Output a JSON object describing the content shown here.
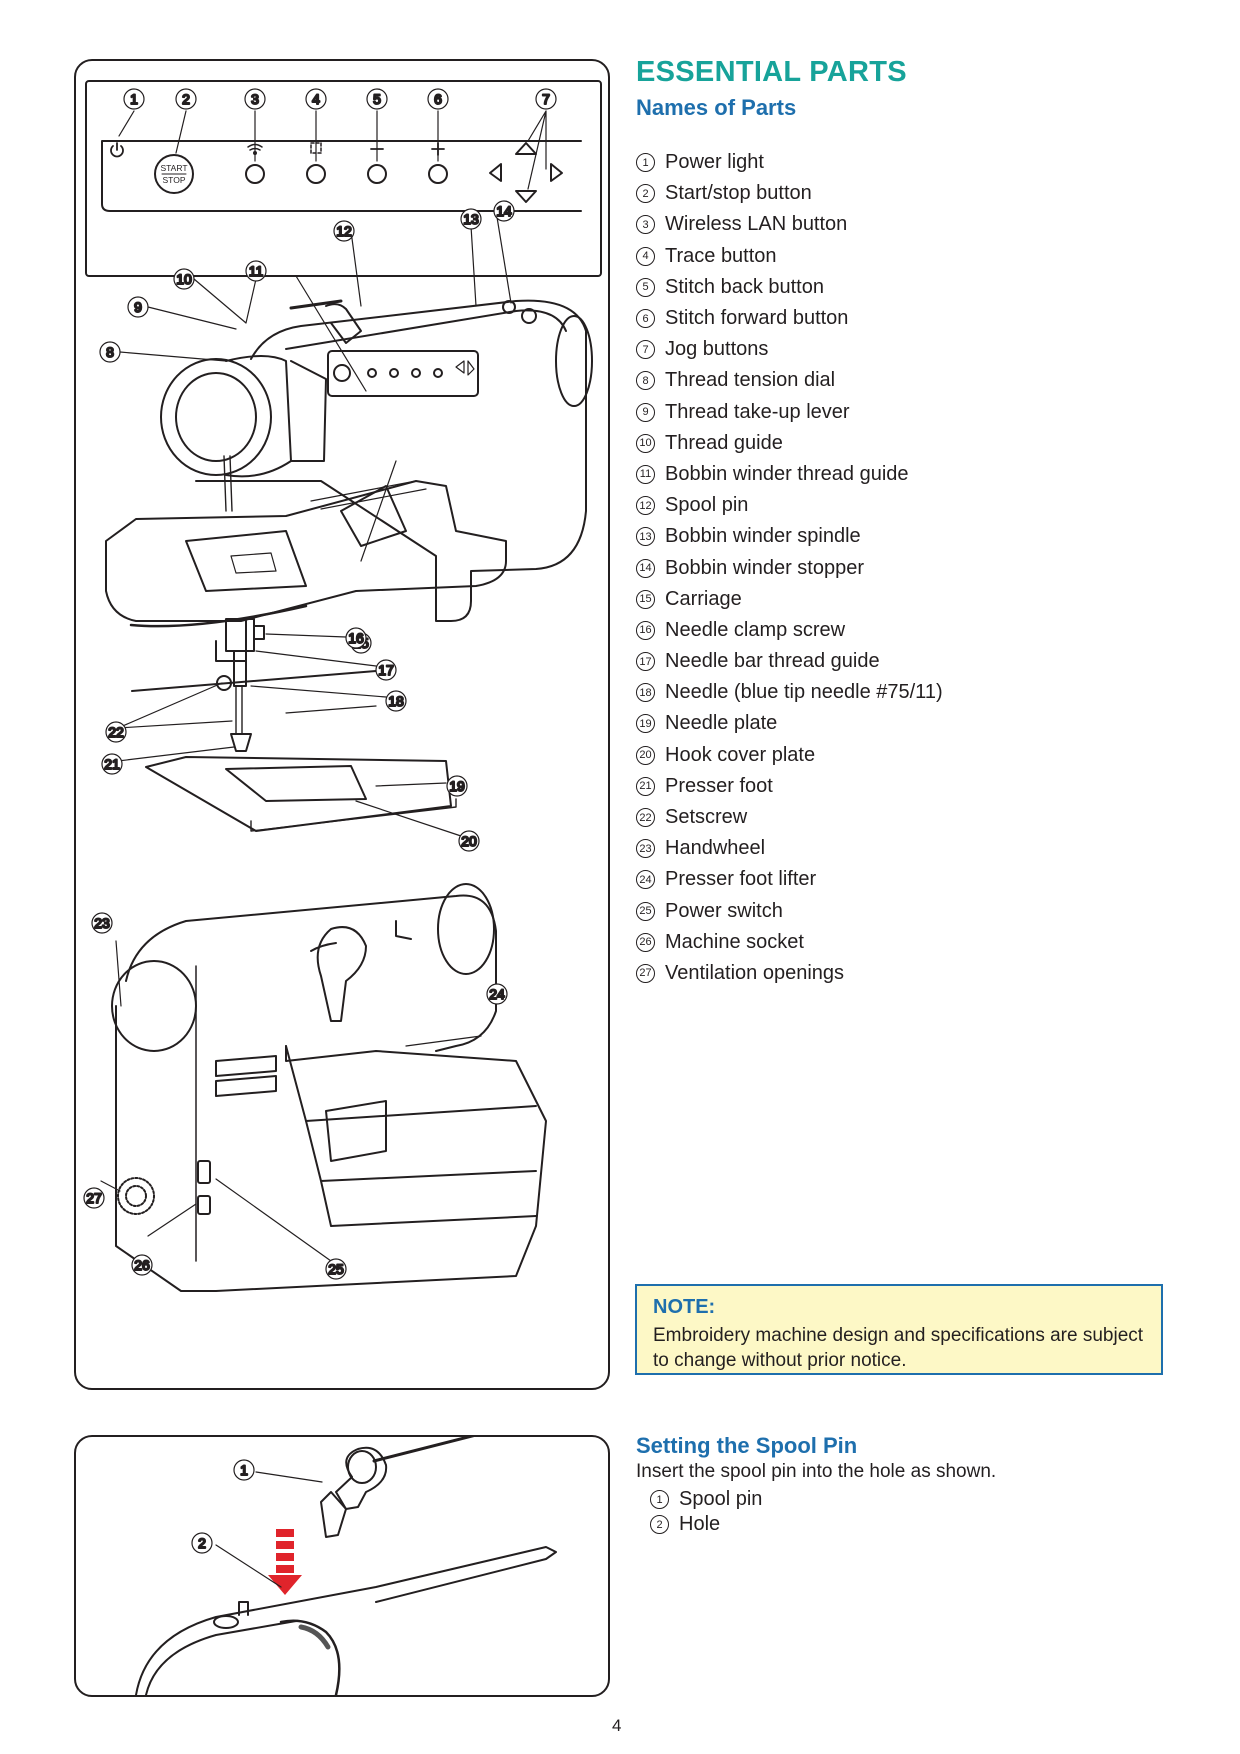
{
  "headings": {
    "essential_parts": "ESSENTIAL PARTS",
    "names_of_parts": "Names of Parts",
    "setting_spool_pin": "Setting the Spool Pin"
  },
  "parts": [
    {
      "num": "1",
      "label": "Power light"
    },
    {
      "num": "2",
      "label": "Start/stop button"
    },
    {
      "num": "3",
      "label": "Wireless LAN button"
    },
    {
      "num": "4",
      "label": "Trace button"
    },
    {
      "num": "5",
      "label": "Stitch back button"
    },
    {
      "num": "6",
      "label": "Stitch forward button"
    },
    {
      "num": "7",
      "label": "Jog buttons"
    },
    {
      "num": "8",
      "label": "Thread tension dial"
    },
    {
      "num": "9",
      "label": "Thread take-up lever"
    },
    {
      "num": "10",
      "label": "Thread guide"
    },
    {
      "num": "11",
      "label": "Bobbin winder thread guide"
    },
    {
      "num": "12",
      "label": "Spool pin"
    },
    {
      "num": "13",
      "label": "Bobbin winder spindle"
    },
    {
      "num": "14",
      "label": "Bobbin winder stopper"
    },
    {
      "num": "15",
      "label": "Carriage"
    },
    {
      "num": "16",
      "label": "Needle clamp screw"
    },
    {
      "num": "17",
      "label": "Needle bar thread guide"
    },
    {
      "num": "18",
      "label": "Needle (blue tip needle #75/11)"
    },
    {
      "num": "19",
      "label": "Needle plate"
    },
    {
      "num": "20",
      "label": "Hook cover plate"
    },
    {
      "num": "21",
      "label": "Presser foot"
    },
    {
      "num": "22",
      "label": "Setscrew"
    },
    {
      "num": "23",
      "label": "Handwheel"
    },
    {
      "num": "24",
      "label": "Presser foot lifter"
    },
    {
      "num": "25",
      "label": "Power switch"
    },
    {
      "num": "26",
      "label": "Machine socket"
    },
    {
      "num": "27",
      "label": "Ventilation openings"
    }
  ],
  "note": {
    "title": "NOTE:",
    "text": "Embroidery machine design and specifications are subject to change without prior notice."
  },
  "spool": {
    "instruction": "Insert the spool pin into the hole as shown.",
    "items": [
      {
        "num": "1",
        "label": "Spool pin"
      },
      {
        "num": "2",
        "label": "Hole"
      }
    ]
  },
  "diagram": {
    "control_panel_start_label": "START",
    "control_panel_stop_label": "STOP"
  },
  "page_number": "4",
  "colors": {
    "teal_heading": "#17a39a",
    "blue_heading": "#1e6fad",
    "note_background": "#fdf8c6",
    "arrow_red": "#e0242b"
  }
}
